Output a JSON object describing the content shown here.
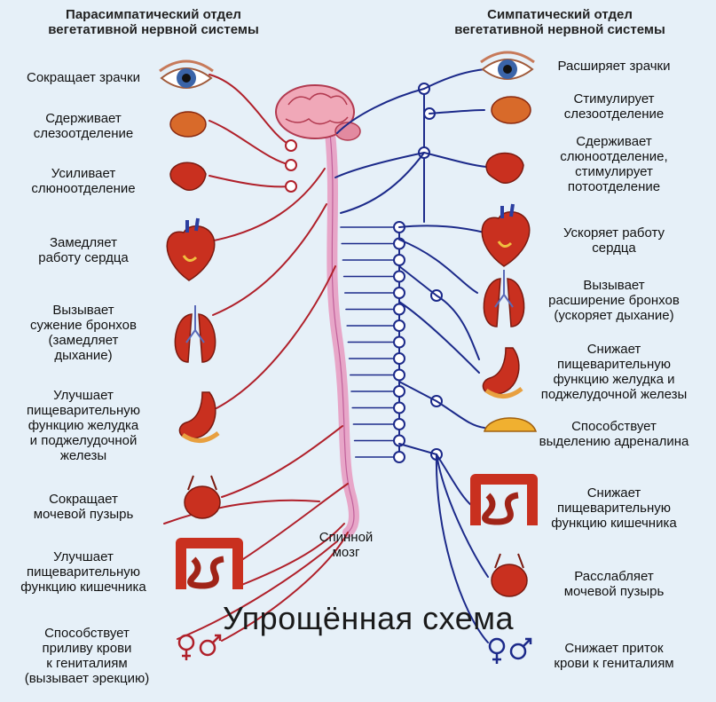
{
  "headers": {
    "parasympathetic": "Парасимпатический отдел\nвегетативной нервной системы",
    "sympathetic": "Симпатический отдел\nвегетативной нервной системы"
  },
  "spinal_cord_label": "Спинной\nмозг",
  "watermark": "Упрощённая схема",
  "parasympathetic_effects": [
    {
      "organ": "eye-icon",
      "text": "Сокращает зрачки"
    },
    {
      "organ": "lacrimal-gland-icon",
      "text": "Сдерживает\nслезоотделение"
    },
    {
      "organ": "salivary-gland-icon",
      "text": "Усиливает\nслюноотделение"
    },
    {
      "organ": "heart-icon",
      "text": "Замедляет\nработу сердца"
    },
    {
      "organ": "lungs-icon",
      "text": "Вызывает\nсужение бронхов\n(замедляет\nдыхание)"
    },
    {
      "organ": "stomach-icon",
      "text": "Улучшает\nпищеварительную\nфункцию желудка\nи поджелудочной\nжелезы"
    },
    {
      "organ": "bladder-icon",
      "text": "Сокращает\nмочевой пузырь"
    },
    {
      "organ": "intestine-icon",
      "text": "Улучшает\nпищеварительную\nфункцию кишечника"
    },
    {
      "organ": "gender-symbols-icon",
      "text": "Способствует\nприливу крови\nк гениталиям\n(вызывает эрекцию)"
    }
  ],
  "sympathetic_effects": [
    {
      "organ": "eye-icon",
      "text": "Расширяет зрачки"
    },
    {
      "organ": "lacrimal-gland-icon",
      "text": "Стимулирует\nслезоотделение"
    },
    {
      "organ": "salivary-gland-icon",
      "text": "Сдерживает\nслюноотделение,\nстимулирует\nпотоотделение"
    },
    {
      "organ": "heart-icon",
      "text": "Ускоряет работу\nсердца"
    },
    {
      "organ": "lungs-icon",
      "text": "Вызывает\nрасширение бронхов\n(ускоряет дыхание)"
    },
    {
      "organ": "stomach-icon",
      "text": "Снижает\nпищеварительную\nфункцию желудка и\nподжелудочной железы"
    },
    {
      "organ": "adrenal-gland-icon",
      "text": "Способствует\nвыделению адреналина"
    },
    {
      "organ": "intestine-icon",
      "text": "Снижает\nпищеварительную\nфункцию кишечника"
    },
    {
      "organ": "bladder-icon",
      "text": "Расслабляет\nмочевой пузырь"
    },
    {
      "organ": "gender-symbols-icon",
      "text": "Снижает приток\nкрови к гениталиям"
    }
  ],
  "colors": {
    "parasympathetic_nerve": "#b0202a",
    "sympathetic_nerve": "#1c2a8a",
    "spinal_cord": "#e7a6c8",
    "organ": "#c9301f",
    "background": "#e6f0f8"
  }
}
